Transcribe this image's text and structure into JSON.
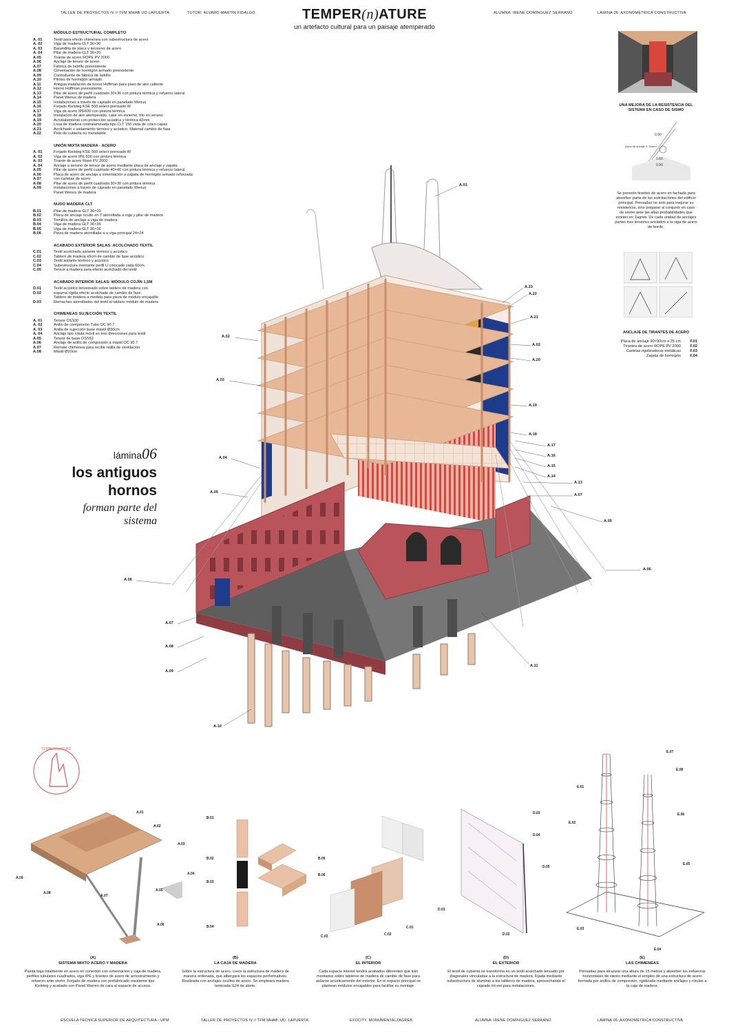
{
  "header": {
    "course": "TALLER DE PROYECTOS IV // TFM MHAB UD.LAPUERTA",
    "tutor": "TUTOR: ÁLVARO MARTÍN FIDALGO",
    "title_a": "TEMPER",
    "title_b": "(n)",
    "title_c": "ATURE",
    "subtitle": "un artefacto cultural para un paisaje atemperado",
    "student": "ALUMNA: IRENE DOMÍNGUEZ SERRANO",
    "sheet": "LÁMINA 06: AXONOMÉTRICA CONSTRUCTIVA"
  },
  "legend": [
    {
      "title": "MÓDULO ESTRUCTURAL COMPLETO",
      "items": [
        [
          "A. 01",
          "Textil para efecto chimenea con subestructura de acero"
        ],
        [
          "A. 02",
          "Viga de madera CLT 36×36"
        ],
        [
          "A. 03",
          "Barandilla de placa y tensores de acero"
        ],
        [
          "A. 04",
          "Pilar de madera CLT 36×20"
        ],
        [
          "A.05",
          "Tirante de acero ROPE PV 2000"
        ],
        [
          "A.06",
          "Anclaje de tensor de acero"
        ],
        [
          "A.07",
          "Fábrica de ladrillo preexistente"
        ],
        [
          "A.08",
          "Cimentación de hormigón armado preexistente"
        ],
        [
          "A.09",
          "Contrafuerte de fábrica de ladrillo"
        ],
        [
          "A.10",
          "Pilotes de hormigón armado"
        ],
        [
          "A.11",
          "Antigua instalación de horno Hoffman para paso de aire caliente"
        ],
        [
          "A.12",
          "Horno Hoffman preexistente"
        ],
        [
          "A.13",
          "Pilar de acero de perfil cuadrado 30×30 con pintura térmica y refuerzo lateral"
        ],
        [
          "A.14",
          "Panel Wenus de madera"
        ],
        [
          "A.15",
          "Instalaciones a través de cajeado en panelado Wenus"
        ],
        [
          "A.16",
          "Forjado Kielsteg KSE 560 select prensado W"
        ],
        [
          "A.17",
          "Viga de acero IPE600 con pintura térmica"
        ],
        [
          "A.18",
          "Instalación de aire atemperado, calor en invierno, frío en verano"
        ],
        [
          "A.19",
          "Acristalamiento con protección acústica y térmica 42mm"
        ],
        [
          "A.20",
          "Losa de madera contralaminada tipo CLT 150 vista de cinco capas"
        ],
        [
          "A.21",
          "Acolchado + aislamiento térmico y acústico. Material cambio de fase"
        ],
        [
          "A.22",
          "Peto de cubierta no transitable"
        ]
      ]
    },
    {
      "title": "UNIÓN MIXTA MADERA - ACERO",
      "items": [
        [
          "A. 01",
          "Forjado Kielsteg KSE 560 select prensado W"
        ],
        [
          "A. 02",
          "Viga de acero IPE 600 con pintura térmica"
        ],
        [
          "A. 03",
          "Tirante de acero Rope PV 2000"
        ],
        [
          "A. 04",
          "Anclaje a terreno de tensor de acero mediante placa de anclaje y zapata"
        ],
        [
          "A.05",
          "Pilar de acero de perfil cuadrado 40×40 con pintura térmica y refuerzo lateral"
        ],
        [
          "A.06",
          "Placa de acero de anclaje a cimentación a zapata de hormigón armado reforzada"
        ],
        [
          "A.07",
          "con cartelas de acero"
        ],
        [
          "A.08",
          "Pilar de acero de perfil cuadrado 30×30 con pintura térmica"
        ],
        [
          "A.09",
          "Instalaciones a través de cajeado en panelado Wenus"
        ],
        [
          "",
          "Panel Wenus de madera"
        ]
      ]
    },
    {
      "title": "NUDO MADERA CLT",
      "items": [
        [
          "B.01",
          "Pilar de madera GLT 36×20"
        ],
        [
          "B.02",
          "Placa de anclaje oculto en T atornillada a viga y pilar de madera"
        ],
        [
          "B.03",
          "Tornillos de anclaje a viga de madera"
        ],
        [
          "B.04",
          "Viga de madera GLT 36×36"
        ],
        [
          "B.05",
          "Viga de madera GLT 36×36"
        ],
        [
          "B.06",
          "Pieza de madera atornillada a a viga principal  24×24"
        ]
      ]
    },
    {
      "title": "ACABADO EXTERIOR SALAS: ACOLCHADO TEXTIL",
      "items": [
        [
          "C.01",
          "Textil acolchado aislante térmico y acústico"
        ],
        [
          "C.02",
          "Tablero de madera e5cm de cambio de fase acústico"
        ],
        [
          "C.03",
          "Textil aislante térmico y acústico"
        ],
        [
          "C.04",
          "Subestructura montante perfil U colocado cada 60cm"
        ],
        [
          "C.05",
          "Tensor a madera para efecto acolchado del textil"
        ]
      ]
    },
    {
      "title": "ACABADO INTERIOR SALAS: MÓDULO COJÍN 1,5m",
      "items": [
        [
          "D.01",
          "Textil acústico tensionado sobre tablero de madera con"
        ],
        [
          "D.02",
          "espuma rígida efecto acolchado de cambio de fase."
        ],
        [
          "",
          "Tablero de madera a medida para pieza de módulo encajable"
        ],
        [
          "D.03",
          "Remaches atornillados del textil al tablero módulo de madera"
        ]
      ]
    },
    {
      "title": "CHIMENEAS SUJECCIÓN TEXTIL",
      "items": [
        [
          "A. 01",
          "Tensor OSS30"
        ],
        [
          "A. 02",
          "Anillo de compresión Tubo OC 90.7"
        ],
        [
          "A. 03",
          "Anilla de sujección base mástil Ø30cm"
        ],
        [
          "A. 04",
          "Anclaje tipo rótula móvil en tres direcciones para textil"
        ],
        [
          "A.05",
          "Tensor de base OSS52"
        ],
        [
          "A.06",
          "Anclaje de anillo de compresión a mástil OC 90.7"
        ],
        [
          "A.07",
          "Remate chimenea para recibir rejilla de ventilación"
        ],
        [
          "A.08",
          "Mástil Ø20cm"
        ]
      ]
    }
  ],
  "lamina": {
    "label": "lámina",
    "number": "06",
    "title": "los antiguos hornos",
    "subtitle": "forman parte del sistema"
  },
  "callouts": [
    {
      "text": "A.01",
      "key": "a01"
    },
    {
      "text": "A.23",
      "key": "a23"
    },
    {
      "text": "A.22",
      "key": "a22"
    },
    {
      "text": "A.21",
      "key": "a21"
    },
    {
      "text": "A.02",
      "key": "a02r"
    },
    {
      "text": "A.20",
      "key": "a20"
    },
    {
      "text": "A.19",
      "key": "a19"
    },
    {
      "text": "A.18",
      "key": "a18"
    },
    {
      "text": "A.17",
      "key": "a17"
    },
    {
      "text": "A.16",
      "key": "a16"
    },
    {
      "text": "A.15",
      "key": "a15"
    },
    {
      "text": "A.14",
      "key": "a14"
    },
    {
      "text": "A.13",
      "key": "a13"
    },
    {
      "text": "A.07",
      "key": "a07r"
    },
    {
      "text": "A.05",
      "key": "a05r"
    },
    {
      "text": "A.06",
      "key": "a06r"
    },
    {
      "text": "A.11",
      "key": "a11"
    },
    {
      "text": "A.02",
      "key": "a02l"
    },
    {
      "text": "A.03",
      "key": "a03"
    },
    {
      "text": "A.04",
      "key": "a04"
    },
    {
      "text": "A.05",
      "key": "a05l"
    },
    {
      "text": "A.06",
      "key": "a06l"
    },
    {
      "text": "A.07",
      "key": "a07l"
    },
    {
      "text": "A.08",
      "key": "a08"
    },
    {
      "text": "A.09",
      "key": "a09"
    },
    {
      "text": "A.10",
      "key": "a10"
    }
  ],
  "right": {
    "seismic_title": "UNA MEJORA DE LA RESISTENCIA DEL SISTEMA EN CASO DE SISMO",
    "seismic_labels": [
      "0.90",
      "0.60",
      "0.90",
      "placa de anclaje e: 30mm"
    ],
    "seismic_text": "Se preveén tirantes de acero en fachada para absorber parte de las solicitaciones del edificio principal. Pensadas no solo para mejorar su resistencia, sino preparar al conjunto en caso de sismo ante las altas probabilidades que existen en Zagreb. De cada unidad de anclajes parten tres tensores anclados a la viga de acero de borde.",
    "anchor_title": "ANCLAJE DE TIRANTES DE ACERO",
    "anchor_items": [
      [
        "Placa de anclaje 90×90cm e:25 cm",
        "F.01"
      ],
      [
        "Tirantes de acero ROPE PV 2000",
        "F.02"
      ],
      [
        "Cartelas rigidizadoras metálicas",
        "F.03"
      ],
      [
        "Zapata de hormigón",
        "F.04"
      ]
    ]
  },
  "panels": [
    {
      "letter": "(A)",
      "title": "SISTEMA MIXTO ACERO Y MADERA",
      "text": "Planta baja totalmente en acero en conexión con cimentación y caja de madera, perfiles tubulares cuadrados, viga IPE y tirantes de acero de arriostramiento y refuerzo ante sismo. Forjado de madera con prefabricado resistente tipo Kielsteg y acabado con Panel Warren de cara al espacio de acceso."
    },
    {
      "letter": "(B)",
      "title": "LA CAJA DE MADERA",
      "text": "Sobre la estructura de acero, crece la estructura de madera de manera ordenada, que albergará los espacios performativos. Realizada con anclajes ocultos de acero. Se empleará madera laminada G24 de abeto."
    },
    {
      "letter": "(C)",
      "title": "EL INTERIOR",
      "text": "Cada espacio interior tendrá acabados diferentes que irán montados sobre tableros de madera de cambio de fase para aislarse acústicamente del exterior. En el espacio principal se plantean módulos encajables para facilitar su montaje."
    },
    {
      "letter": "(D)",
      "title": "EL EXTERIOR",
      "text": "El textil de cubierta se transforma en un textil acolchado tensado por diagonales vinculadas a la estructura de madera. Fijada mediante subestructura de aluminio a los tableros de madera, aprovechando el cajeado int-ext para instalaciones."
    },
    {
      "letter": "(E)",
      "title": "LAS CHIMENEAS",
      "text": "Pensadas para alcanzar una altura de 15 metros y absorber los esfuerzos horizontales de viento mediante el empleo de una estructura de acero formada por anillos de compresión, rigidizada mediante anclajes y rótulas a la caja de madera."
    }
  ],
  "panel_labels": {
    "a": [
      "A.01",
      "A.02",
      "A.03",
      "A.04",
      "A.05",
      "A.06",
      "A.07",
      "A.08",
      "A.09"
    ],
    "b": [
      "B.01",
      "B.02",
      "B.03",
      "B.04",
      "B.05",
      "B.06"
    ],
    "c": [
      "C.01",
      "C.02",
      "C.03"
    ],
    "d": [
      "D.01",
      "D.02",
      "D.03",
      "D.04",
      "D.05"
    ],
    "e": [
      "E.01",
      "E.02",
      "E.03",
      "E.04",
      "E.05",
      "E.06",
      "E.07",
      "E.08"
    ]
  },
  "logo_text": "TEMPER(n)ATURE",
  "footer": {
    "school": "ESCUELA TÉCNICA SUPERIOR DE ARQUITECTURA - UPM",
    "course": "TALLER DE PROYECTOS IV // TFM MHAB: UD. LAPUERTA",
    "project": "EXOCITY. MONUMENTALZAGREB.",
    "student": "ALUMNA: IRENE DOMÍNGUEZ SERRANO",
    "sheet": "LÁMINA 06: AXONOMÉTRICA CONSTRUCTIVA"
  },
  "colors": {
    "brick": "#b8545a",
    "brick_dark": "#8f3c42",
    "timber": "#e8b796",
    "textile_red": "#d9463a",
    "glass_blue": "#1f3c8c",
    "concrete": "#6e6e6e"
  }
}
